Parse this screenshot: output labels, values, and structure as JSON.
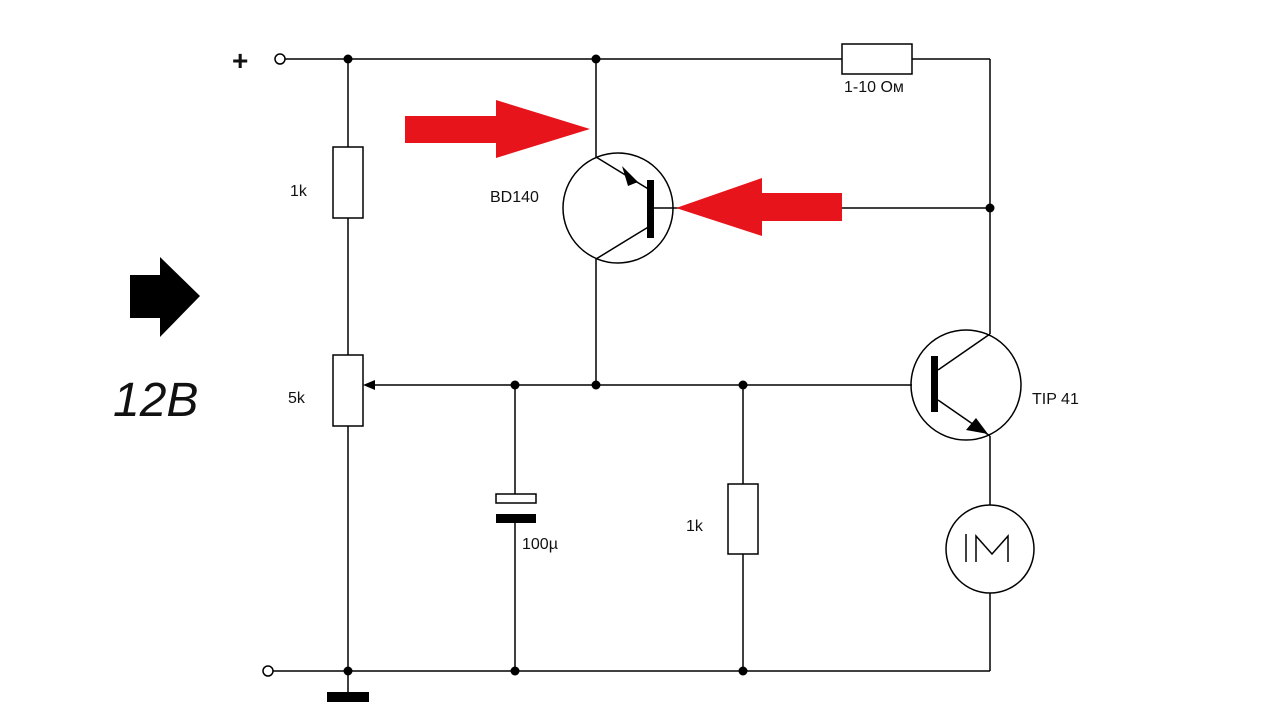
{
  "supply": {
    "voltage": "12В",
    "positive_terminal": "+"
  },
  "components": {
    "r1": {
      "value": "1k"
    },
    "pot": {
      "value": "5k"
    },
    "capacitor": {
      "value": "100µ"
    },
    "r2": {
      "value": "1k"
    },
    "r_load": {
      "value": "1-10 Ом"
    },
    "q1": {
      "part": "BD140"
    },
    "q2": {
      "part": "TIP 41"
    },
    "motor": {
      "symbol": "M"
    }
  },
  "colors": {
    "highlight_arrow": "#e8141b",
    "wire": "#000000",
    "indicator_arrow": "#000000"
  },
  "icons": {
    "indicator": "right-arrow-icon",
    "highlight": "red-arrow-icon"
  }
}
